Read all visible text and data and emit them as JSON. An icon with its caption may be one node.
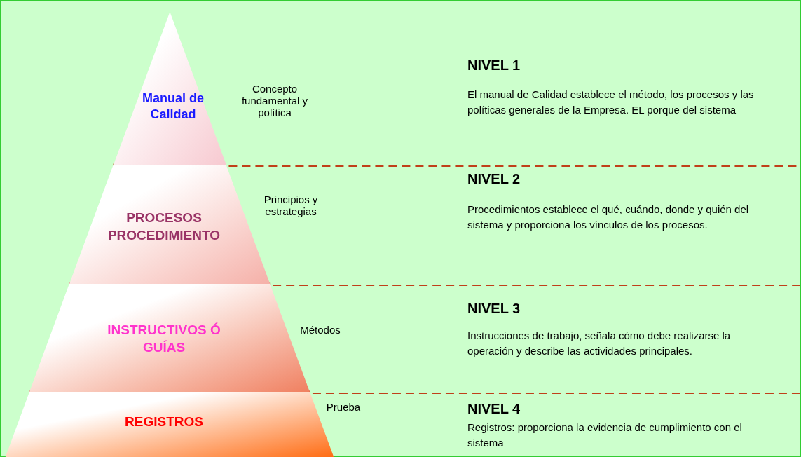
{
  "diagram": {
    "nodes": [
      {
        "text": [
          "Manual de Calidad"
        ],
        "beside": [
          "Concepto fundamental y política"
        ]
      },
      {
        "text": [
          "PROCESOS PROCEDIMIENTO"
        ],
        "beside": [
          "Principios y estrategias"
        ]
      },
      {
        "text": [
          "INSTRUCTIVOS Ó GUÍAS"
        ],
        "beside": [
          "Métodos"
        ]
      },
      {
        "text": [
          "REGISTROS"
        ],
        "beside": [
          "Prueba"
        ]
      }
    ],
    "edges": [],
    "labels": [
      "NIVEL 1",
      "El manual de Calidad establece el método, los procesos y las políticas generales de la Empresa. EL porque del sistema",
      "NIVEL 2",
      "Procedimientos establece el qué, cuándo, donde y quién del sistema y proporciona los vínculos de los procesos.",
      "NIVEL 3",
      "Instrucciones de trabajo, señala cómo debe realizarse la operación y describe las actividades principales.",
      "NIVEL 4",
      "Registros: proporciona la evidencia de cumplimiento con el sistema"
    ]
  }
}
